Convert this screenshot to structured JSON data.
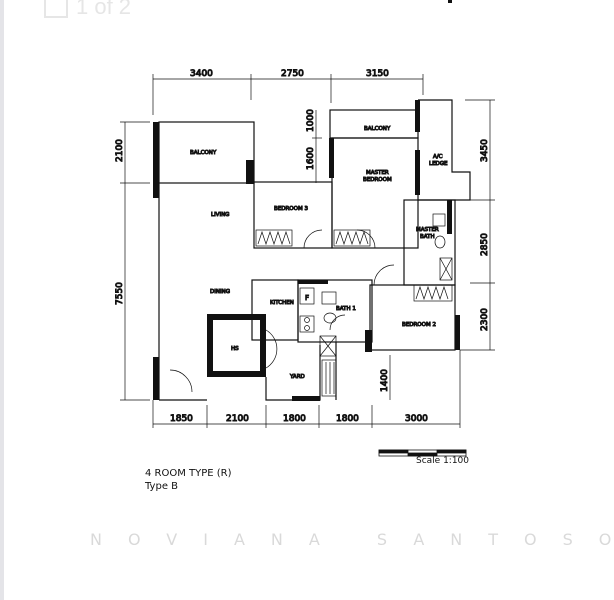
{
  "viewer": {
    "page_indicator": "1 of 2",
    "page_icon": "pages-icon"
  },
  "plan": {
    "dimensions_top": [
      "3400",
      "2750",
      "3150"
    ],
    "dimensions_left": [
      "2100",
      "7550"
    ],
    "dimensions_right": [
      "3450",
      "2850",
      "2300"
    ],
    "dimensions_bottom": [
      "1850",
      "2100",
      "1800",
      "1800",
      "3000"
    ],
    "dimensions_inner": [
      "1000",
      "1600",
      "1400"
    ],
    "rooms": {
      "balcony_living": "BALCONY",
      "balcony_master": "BALCONY",
      "master_bedroom": "MASTER\nBEDROOM",
      "ac_ledge": "A/C\nLEDGE",
      "living": "LIVING",
      "bedroom3": "BEDROOM 3",
      "master_bath": "MASTER\nBATH",
      "dining": "DINING",
      "kitchen": "KITCHEN",
      "bath1": "BATH 1",
      "bedroom2": "BEDROOM 2",
      "hs": "HS",
      "yard": "YARD",
      "fridge": "F"
    },
    "scale_label": "Scale 1:100",
    "title": "4 ROOM TYPE (R)",
    "subtitle": "Type B",
    "watermark": "NOVIANA SANTOSO"
  }
}
